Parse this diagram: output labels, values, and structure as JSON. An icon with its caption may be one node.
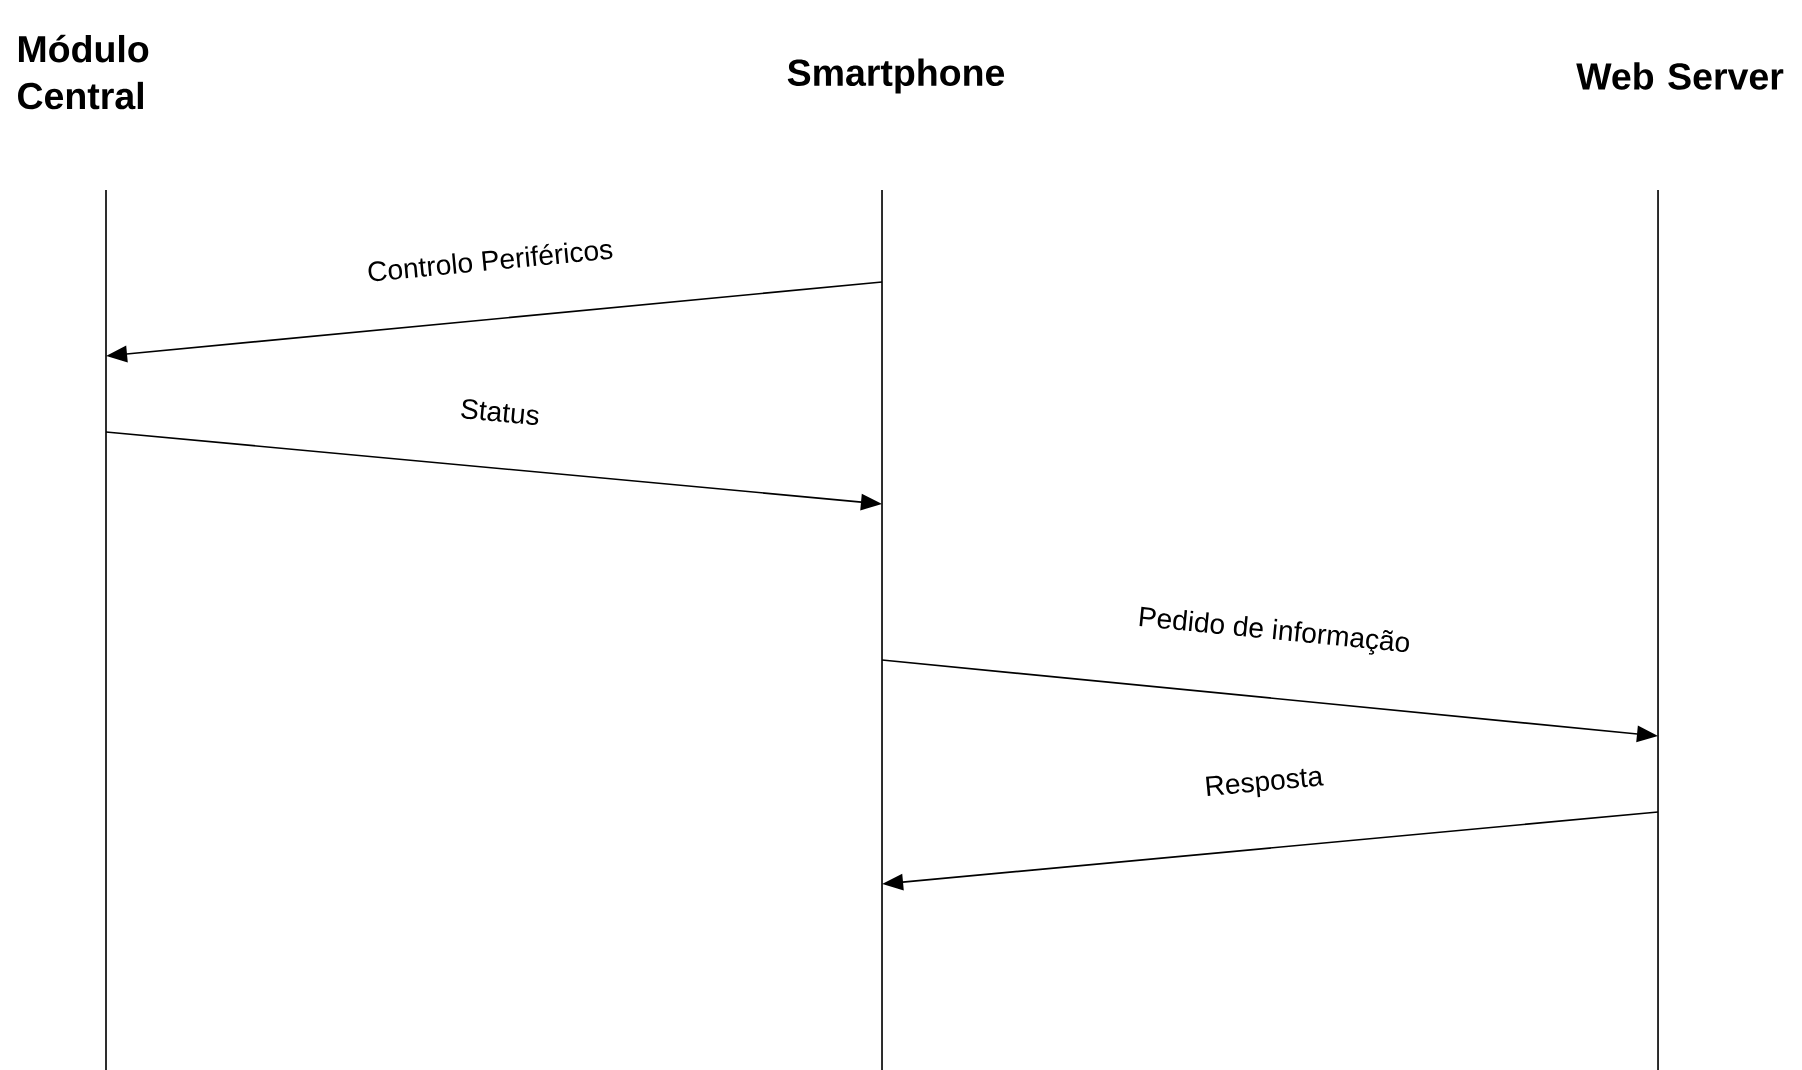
{
  "diagram": {
    "nodes": [
      {
        "text": [
          "Módulo Central"
        ]
      },
      {
        "text": [
          "Smartphone"
        ]
      },
      {
        "text": [
          "Web Server"
        ]
      }
    ],
    "edges": [
      {
        "from": 1,
        "to": 0,
        "arrow": "to",
        "label": "Controlo Periféricos"
      },
      {
        "from": 0,
        "to": 1,
        "arrow": "to",
        "label": "Status"
      },
      {
        "from": 1,
        "to": 2,
        "arrow": "to",
        "label": "Pedido de informação"
      },
      {
        "from": 2,
        "to": 1,
        "arrow": "to",
        "label": "Resposta"
      }
    ]
  }
}
